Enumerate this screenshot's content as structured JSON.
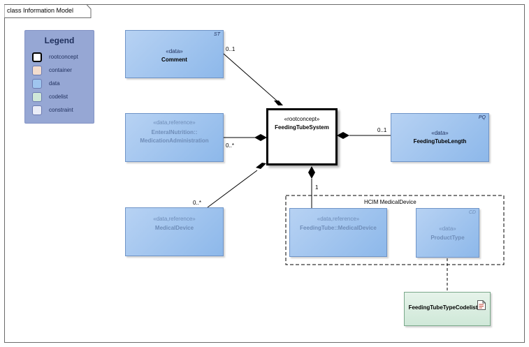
{
  "frame": {
    "title": "class Information Model"
  },
  "legend": {
    "title": "Legend",
    "items": [
      {
        "label": "rootconcept",
        "color": "#ffffff",
        "border": "#000000"
      },
      {
        "label": "container",
        "color": "#f3dccd",
        "border": "#6c7bb0"
      },
      {
        "label": "data",
        "color": "#9fc5ef",
        "border": "#6c7bb0"
      },
      {
        "label": "codelist",
        "color": "#cfe8d8",
        "border": "#6c7bb0"
      },
      {
        "label": "constraint",
        "color": "#e9ecf7",
        "border": "#6c7bb0"
      }
    ]
  },
  "classes": {
    "comment": {
      "stereotype": "«data»",
      "name": "Comment",
      "tag": "ST"
    },
    "enteral": {
      "stereotype": "«data,reference»",
      "name_line1": "EnteralNutrition::",
      "name_line2": "MedicationAdministration"
    },
    "medicaldevice": {
      "stereotype": "«data,reference»",
      "name": "MedicalDevice"
    },
    "root": {
      "stereotype": "«rootconcept»",
      "name": "FeedingTubeSystem"
    },
    "length": {
      "stereotype": "«data»",
      "name": "FeedingTubeLength",
      "tag": "PQ"
    },
    "feedingtube": {
      "stereotype": "«data,reference»",
      "name": "FeedingTube::MedicalDevice"
    },
    "producttype": {
      "stereotype": "«data»",
      "name": "ProductType",
      "tag": "CD"
    },
    "codelist": {
      "name": "FeedingTubeTypeCodelist"
    }
  },
  "package": {
    "title": "HCIM MedicalDevice"
  },
  "multiplicities": {
    "comment": "0..1",
    "enteral": "0..*",
    "medicaldevice": "0..*",
    "length": "0..1",
    "feedingtube": "1"
  }
}
